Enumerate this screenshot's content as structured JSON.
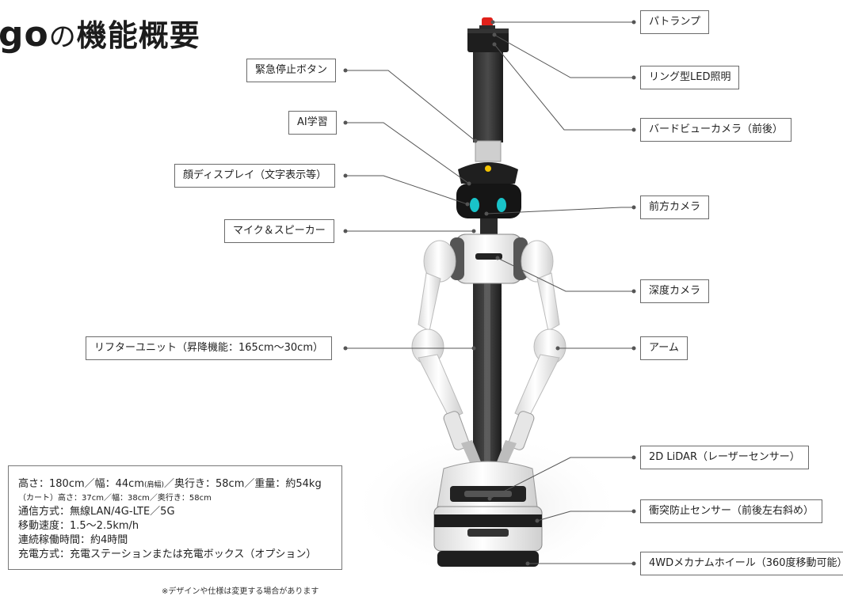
{
  "title": {
    "brand": "go",
    "no": "の",
    "main": "機能概要"
  },
  "labels": {
    "patlamp": "パトランプ",
    "emergency_stop": "緊急停止ボタン",
    "ring_led": "リング型LED照明",
    "ai_learning": "AI学習",
    "birdview_camera": "バードビューカメラ（前後）",
    "face_display": "顔ディスプレイ（文字表示等）",
    "front_camera": "前方カメラ",
    "mic_speaker": "マイク＆スピーカー",
    "depth_camera": "深度カメラ",
    "lifter_unit": "リフターユニット（昇降機能：165cm～30cm）",
    "arm": "アーム",
    "lidar": "2D LiDAR（レーザーセンサー）",
    "collision_sensor": "衝突防止センサー（前後左右斜め）",
    "mecanum_wheel": "4WDメカナムホイール（360度移動可能）"
  },
  "specs": {
    "size_main": "高さ：180cm／幅：44cm",
    "size_shoulder": "(肩幅)",
    "size_rest": "／奥行き：58cm／重量：約54kg",
    "cart": "（カート）高さ：37cm／幅：38cm／奥行き：58cm",
    "comm": "通信方式：無線LAN/4G-LTE／5G",
    "speed": "移動速度：1.5～2.5km/h",
    "runtime": "連続稼働時間：約4時間",
    "charge": "充電方式：充電ステーションまたは充電ボックス（オプション）"
  },
  "note": "※デザインや仕様は変更する場合があります",
  "colors": {
    "leader_line": "#555555",
    "label_border": "#6b6b6b",
    "patlamp_red": "#e0201a",
    "face_eye": "#19c3c9",
    "robot_dark": "#1e1e1e",
    "robot_white": "#f2f2f2"
  }
}
